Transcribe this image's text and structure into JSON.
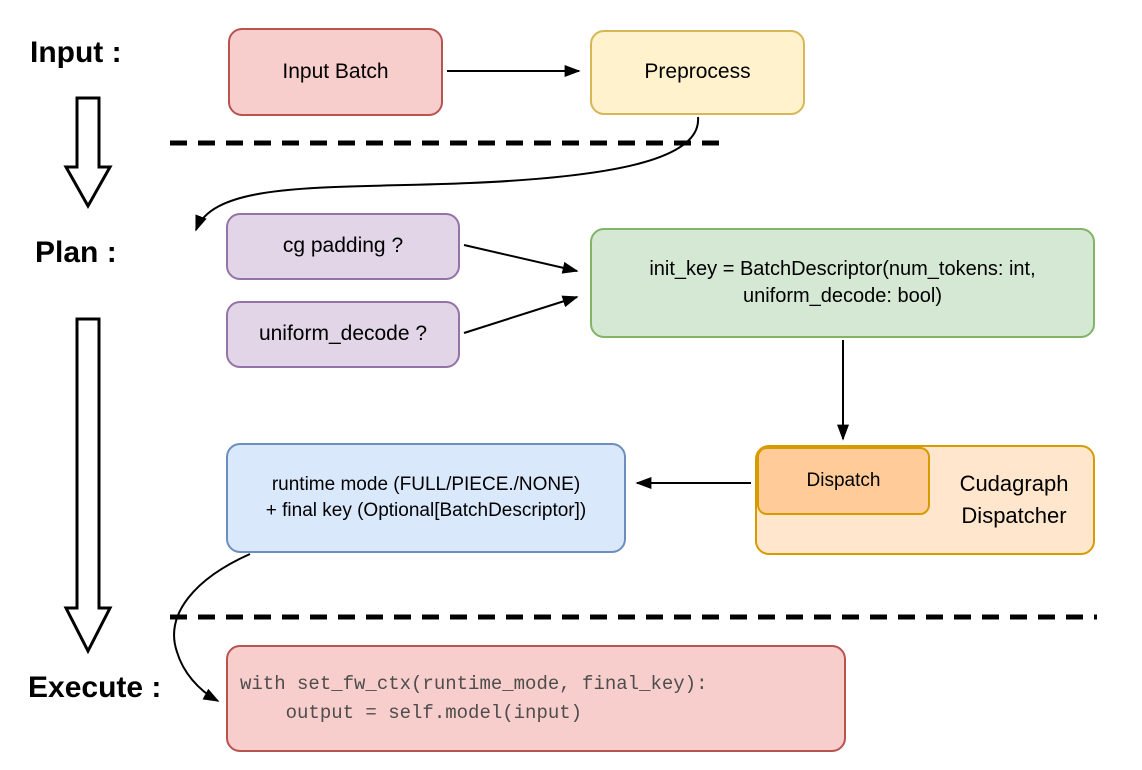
{
  "stage_labels": {
    "input": "Input :",
    "plan": "Plan :",
    "execute": "Execute :"
  },
  "nodes": {
    "input_batch": {
      "label": "Input Batch"
    },
    "preprocess": {
      "label": "Preprocess"
    },
    "cg_padding": {
      "label": "cg padding ?"
    },
    "uniform_decode": {
      "label": "uniform_decode ?"
    },
    "init_key": {
      "line1": "init_key = BatchDescriptor(num_tokens: int,",
      "line2": "uniform_decode: bool)"
    },
    "dispatch": {
      "label": "Dispatch"
    },
    "cudagraph_dispatcher": {
      "line1": "Cudagraph",
      "line2": "Dispatcher"
    },
    "runtime_output": {
      "line1": "runtime mode (FULL/PIECE./NONE)",
      "line2": "+ final key (Optional[BatchDescriptor])"
    },
    "execute_code": {
      "line1": "with set_fw_ctx(runtime_mode, final_key):",
      "line2": "    output = self.model(input)"
    }
  },
  "colors": {
    "red_fill": "#f8cecc",
    "red_stroke": "#b85450",
    "yellow_fill": "#fff2cc",
    "yellow_stroke": "#d6b656",
    "purple_fill": "#e1d5e7",
    "purple_stroke": "#9673a6",
    "green_fill": "#d5e8d4",
    "green_stroke": "#82b366",
    "orange_fill": "#ffe6cc",
    "orange_stroke": "#d79b00",
    "orange_inner_fill": "#ffcc99",
    "blue_fill": "#dae8fc",
    "blue_stroke": "#6c8ebf"
  }
}
